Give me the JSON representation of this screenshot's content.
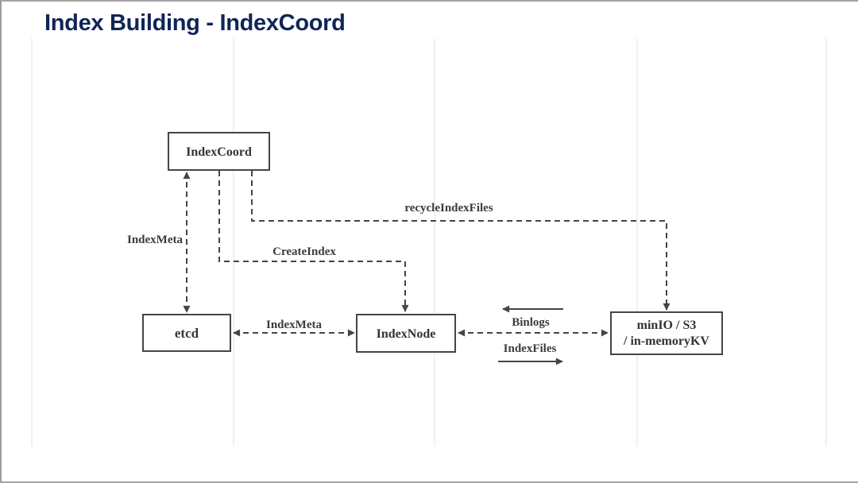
{
  "slide": {
    "title": "Index Building - IndexCoord"
  },
  "colors": {
    "title_text": "#0f2557",
    "diagram_line": "#454545",
    "node_fill": "#ffffff",
    "background": "#ffffff",
    "guide_line": "#eaf2f9",
    "window_border": "#a4a4a4"
  },
  "diagram": {
    "nodes": {
      "indexcoord": {
        "label": "IndexCoord"
      },
      "etcd": {
        "label": "etcd"
      },
      "indexnode": {
        "label": "IndexNode"
      },
      "storage": {
        "line1": "minIO / S3",
        "line2": "/ in-memoryKV"
      }
    },
    "edge_labels": {
      "indexmeta_vertical": "IndexMeta",
      "create_index": "CreateIndex",
      "recycle_index_files": "recycleIndexFiles",
      "indexmeta_horizontal": "IndexMeta",
      "binlogs": "Binlogs",
      "index_files": "IndexFiles"
    }
  }
}
